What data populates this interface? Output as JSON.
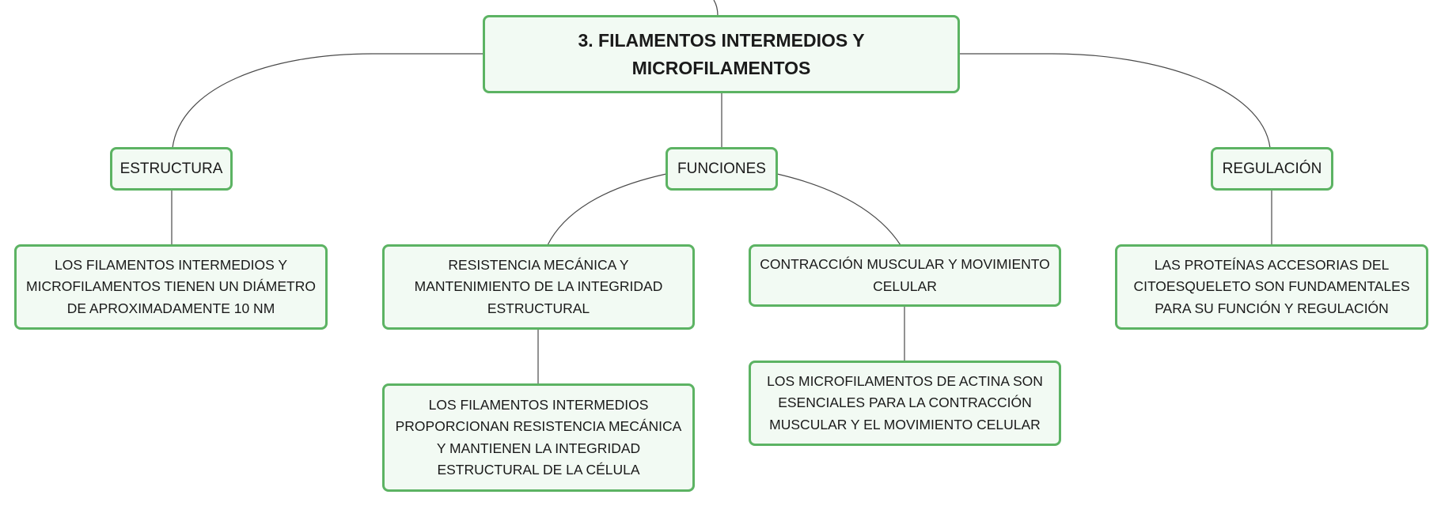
{
  "root": {
    "title": "3. FILAMENTOS INTERMEDIOS Y MICROFILAMENTOS"
  },
  "branches": {
    "estructura": {
      "label": "ESTRUCTURA",
      "children": [
        "LOS FILAMENTOS INTERMEDIOS Y MICROFILAMENTOS TIENEN UN DIÁMETRO DE APROXIMADAMENTE 10 NM"
      ]
    },
    "funciones": {
      "label": "FUNCIONES",
      "children": [
        {
          "label": "RESISTENCIA MECÁNICA Y MANTENIMIENTO DE LA INTEGRIDAD ESTRUCTURAL",
          "detail": "LOS FILAMENTOS INTERMEDIOS PROPORCIONAN RESISTENCIA MECÁNICA Y MANTIENEN LA INTEGRIDAD ESTRUCTURAL DE LA CÉLULA"
        },
        {
          "label": "CONTRACCIÓN MUSCULAR Y MOVIMIENTO CELULAR",
          "detail": "LOS MICROFILAMENTOS DE ACTINA SON ESENCIALES PARA LA CONTRACCIÓN MUSCULAR Y EL MOVIMIENTO CELULAR"
        }
      ]
    },
    "regulacion": {
      "label": "REGULACIÓN",
      "children": [
        "LAS PROTEÍNAS ACCESORIAS DEL CITOESQUELETO SON FUNDAMENTALES PARA SU FUNCIÓN Y REGULACIÓN"
      ]
    }
  },
  "colors": {
    "node_border": "#5cb363",
    "node_fill": "#f2faf3",
    "connector": "#4a4a4a"
  }
}
